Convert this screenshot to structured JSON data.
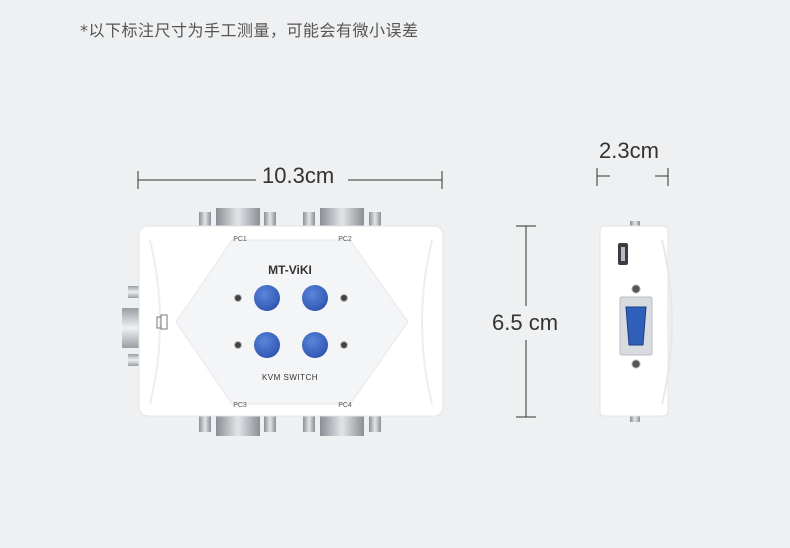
{
  "note": "*以下标注尺寸为手工测量，可能会有微小误差",
  "dimensions": {
    "width": "10.3cm",
    "depth": "2.3cm",
    "height": "6.5 cm"
  },
  "device": {
    "brand": "MT-ViKI",
    "label": "KVM SWITCH",
    "ports": [
      "PC1",
      "PC2",
      "PC3",
      "PC4"
    ],
    "button_color": "#3a66c4",
    "vga_color": "#2f5fb8"
  }
}
